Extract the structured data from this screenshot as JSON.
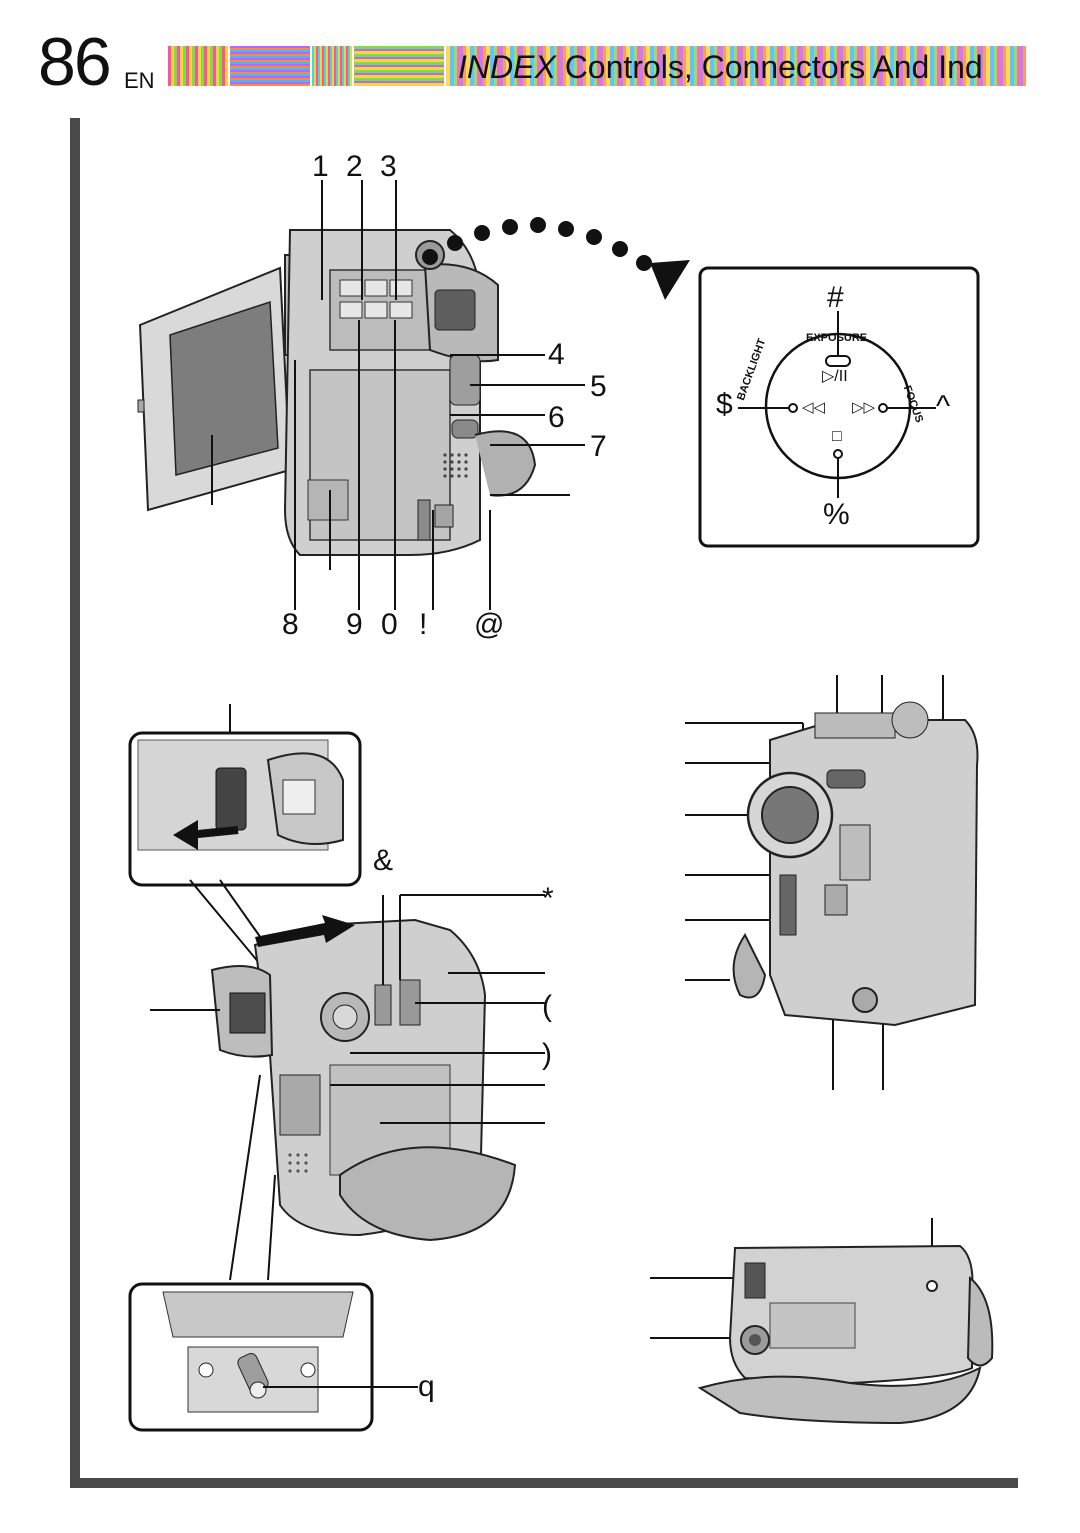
{
  "header": {
    "page_number": "86",
    "language": "EN",
    "section": "INDEX",
    "title_rest": "Controls, Connectors And Ind",
    "stripe_colors": [
      "#ff4fa8",
      "#ffd23a",
      "#7ae04a",
      "#47b8ff",
      "#b368ff",
      "#ff8a3a",
      "#3ae0c8"
    ]
  },
  "callouts": {
    "top_numbers": [
      "1",
      "2",
      "3"
    ],
    "right_side": [
      "4",
      "5",
      "6",
      "7"
    ],
    "bottom_numbers": [
      "8",
      "9",
      "0",
      "!",
      "@"
    ],
    "middle": [
      "&",
      "*",
      "(",
      ")"
    ],
    "inset_q": "q"
  },
  "control_panel": {
    "labels": {
      "hash": "#",
      "dollar": "$",
      "caret": "^",
      "percent": "%"
    },
    "ring_top": "EXPOSURE",
    "ring_left": "BACKLIGHT",
    "ring_right": "FOCUS",
    "play_pause": "▷/II",
    "rewind": "◁◁",
    "fast_forward": "▷▷",
    "stop": "□"
  }
}
